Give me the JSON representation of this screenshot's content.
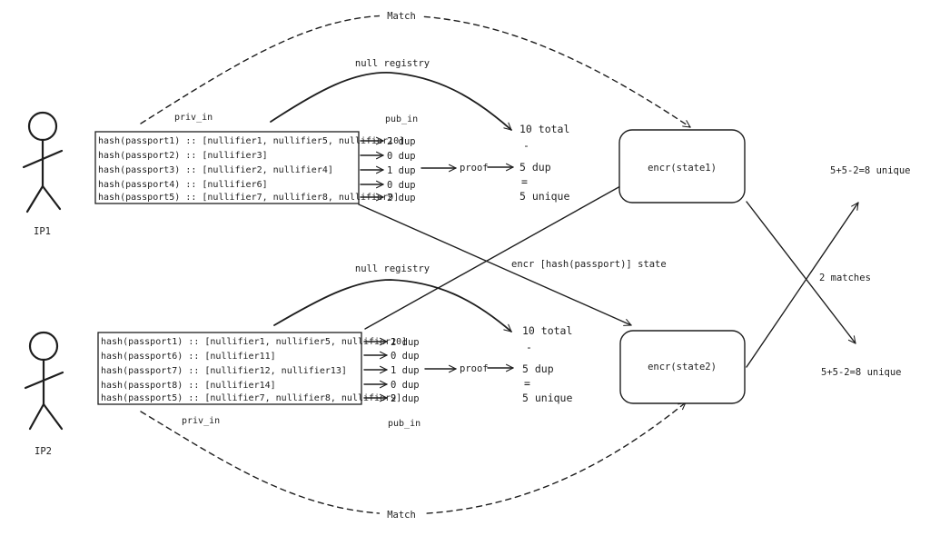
{
  "match_top": "Match",
  "match_bottom": "Match",
  "ip1": {
    "label": "IP1",
    "priv_in": "priv_in",
    "pub_in": "pub_in",
    "null_registry": "null registry",
    "rows": [
      "hash(passport1) :: [nullifier1, nullifier5, nullifier10]",
      "hash(passport2) :: [nullifier3]",
      "hash(passport3) :: [nullifier2, nullifier4]",
      "hash(passport4) :: [nullifier6]",
      "hash(passport5) :: [nullifier7, nullifier8, nullifier9]"
    ],
    "dups": [
      "2 dup",
      "0 dup",
      "1 dup",
      "0 dup",
      "2 dup"
    ],
    "proof": "proof",
    "calc": [
      "10 total",
      "-",
      "5 dup",
      "=",
      "5 unique"
    ],
    "state": "encr(state1)"
  },
  "ip2": {
    "label": "IP2",
    "priv_in": "priv_in",
    "pub_in": "pub_in",
    "null_registry": "null registry",
    "rows": [
      "hash(passport1) :: [nullifier1, nullifier5, nullifier10]",
      "hash(passport6) :: [nullifier11]",
      "hash(passport7) :: [nullifier12, nullifier13]",
      "hash(passport8) :: [nullifier14]",
      "hash(passport5) :: [nullifier7, nullifier8, nullifier9]"
    ],
    "dups": [
      "2 dup",
      "0 dup",
      "1 dup",
      "0 dup",
      "2 dup"
    ],
    "proof": "proof",
    "calc": [
      "10 total",
      "-",
      "5 dup",
      "=",
      "5 unique"
    ],
    "state": "encr(state2)"
  },
  "encr_state_label": "encr [hash(passport)] state",
  "matches_label": "2 matches",
  "result_top": "5+5-2=8 unique",
  "result_bottom": "5+5-2=8 unique"
}
